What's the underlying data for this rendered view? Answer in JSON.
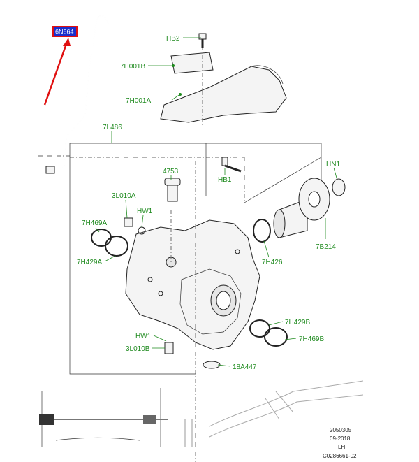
{
  "callouts": {
    "hb2": "HB2",
    "h7h001b": "7H001B",
    "h7h001a": "7H001A",
    "l7l486": "7L486",
    "p4753": "4753",
    "hb1": "HB1",
    "hn1": "HN1",
    "l3l010a": "3L010A",
    "hw1_top": "HW1",
    "h7h469a": "7H469A",
    "h7h429a": "7H429A",
    "h7h426": "7H426",
    "b7b214": "7B214",
    "h7h429b": "7H429B",
    "h7h469b": "7H469B",
    "hw1_bottom": "HW1",
    "l3l010b": "3L010B",
    "a18a447": "18A447"
  },
  "highlight": {
    "label": "6N664",
    "box_color": "#1a2ecc",
    "border_color": "#e01010",
    "arrow_color": "#e01010"
  },
  "info_block": {
    "line1": "2050305",
    "line2": "09-2018",
    "line3": "LH",
    "line4": "C0286661-02"
  },
  "colors": {
    "callout_text": "#1e8a1e",
    "line_art": "#222222"
  }
}
